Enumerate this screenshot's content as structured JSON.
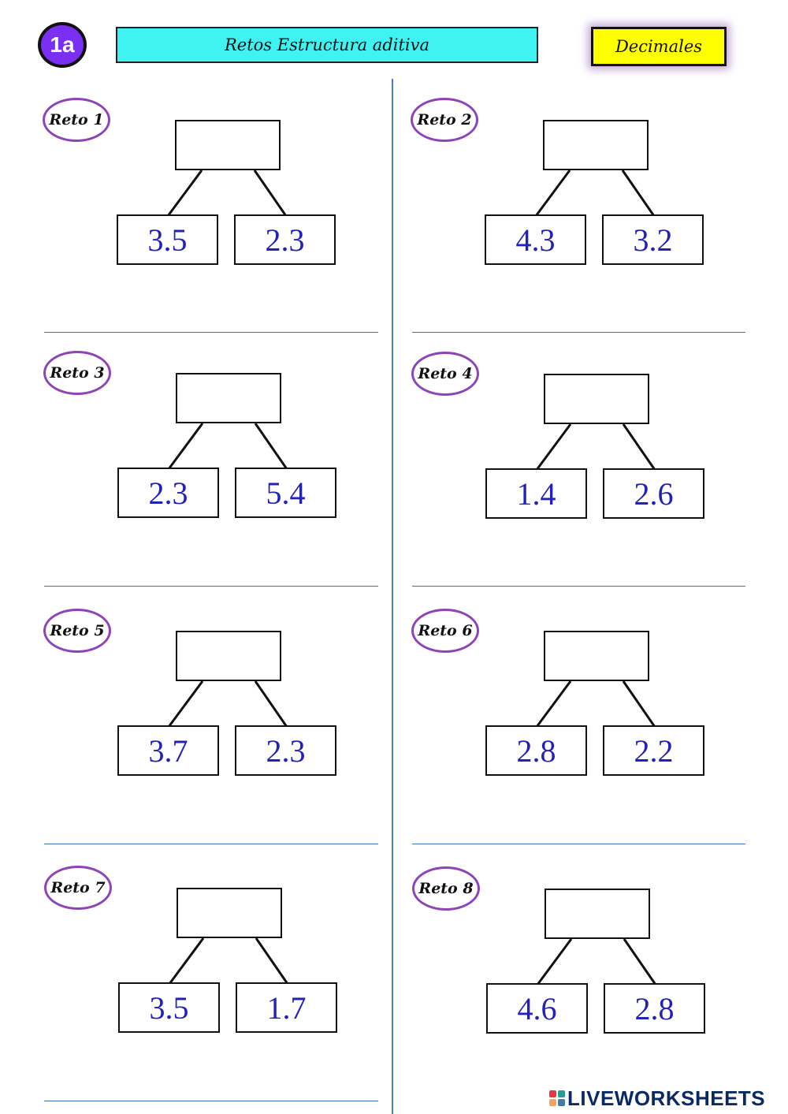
{
  "header": {
    "badge": "1a",
    "title": "Retos Estructura aditiva",
    "tag": "Decimales"
  },
  "retos": [
    {
      "label": "Reto 1",
      "total": "",
      "a": "3.5",
      "b": "2.3"
    },
    {
      "label": "Reto 2",
      "total": "",
      "a": "4.3",
      "b": "3.2"
    },
    {
      "label": "Reto 3",
      "total": "",
      "a": "2.3",
      "b": "5.4"
    },
    {
      "label": "Reto 4",
      "total": "",
      "a": "1.4",
      "b": "2.6"
    },
    {
      "label": "Reto 5",
      "total": "",
      "a": "3.7",
      "b": "2.3"
    },
    {
      "label": "Reto 6",
      "total": "",
      "a": "2.8",
      "b": "2.2"
    },
    {
      "label": "Reto 7",
      "total": "",
      "a": "3.5",
      "b": "1.7"
    },
    {
      "label": "Reto 8",
      "total": "",
      "a": "4.6",
      "b": "2.8"
    }
  ],
  "footer": {
    "logo_text": "LIVEWORKSHEETS"
  },
  "colors": {
    "badge": "#7b2ff2",
    "title_bg": "#3ff3f3",
    "tag_bg": "#ffff00",
    "number": "#2222b8",
    "ellipse": "#8e44b8",
    "rule": "#3a6fb8"
  }
}
